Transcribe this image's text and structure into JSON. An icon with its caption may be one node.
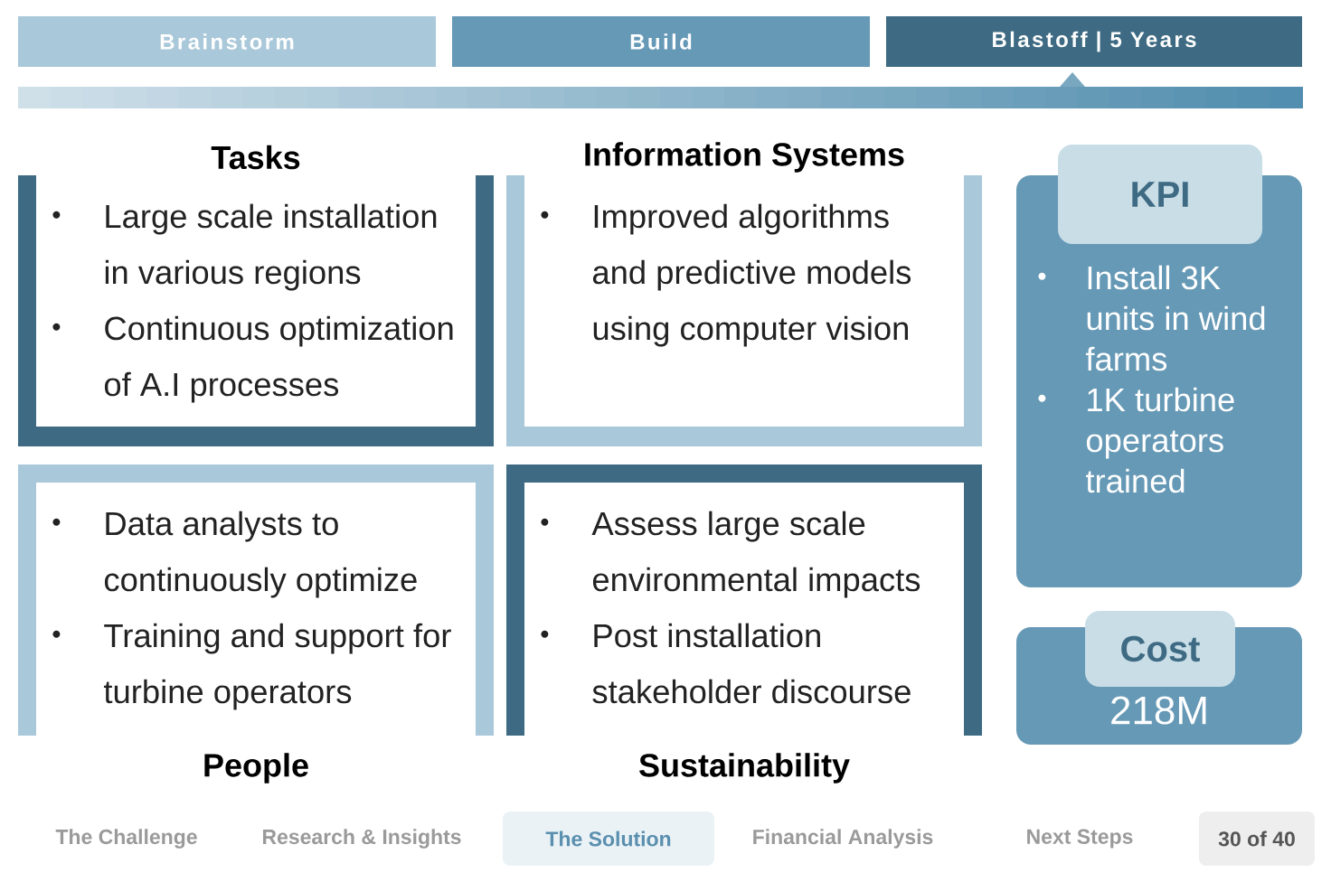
{
  "diagram": {
    "nodes": [
      {
        "text": [
          "Brainstorm"
        ]
      },
      {
        "text": [
          "Build"
        ]
      },
      {
        "text": [
          "Blastoff | 5 Years"
        ]
      },
      {
        "text": [
          "Tasks",
          "Large scale installation in various regions",
          "Continuous optimization of A.I processes"
        ]
      },
      {
        "text": [
          "Information Systems",
          "Improved algorithms and predictive models using computer vision"
        ]
      },
      {
        "text": [
          "Data analysts to continuously optimize",
          "Training and support for turbine operators",
          "People"
        ]
      },
      {
        "text": [
          "Assess large scale environmental impacts",
          "Post installation stakeholder discourse",
          "Sustainability"
        ]
      },
      {
        "text": [
          "KPI"
        ]
      },
      {
        "text": [
          "Install 3K units in wind farms",
          "1K turbine operators trained"
        ]
      },
      {
        "text": [
          "Cost"
        ]
      },
      {
        "text": [
          "218M"
        ]
      },
      {
        "text": [
          "The Solution"
        ]
      },
      {
        "text": [
          "30 of 40"
        ]
      }
    ],
    "labels": [
      "The Challenge",
      "Research & Insights",
      "Financial Analysis",
      "Next Steps"
    ]
  }
}
